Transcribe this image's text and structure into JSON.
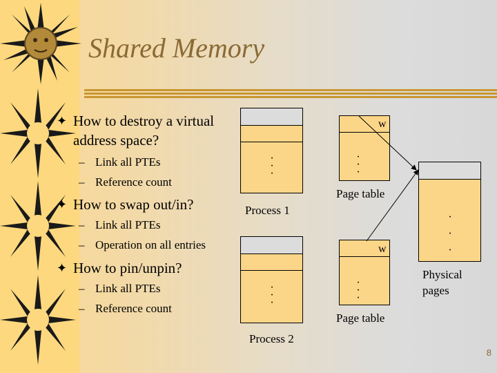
{
  "slide": {
    "title": "Shared Memory",
    "page_number": "8",
    "bullets": [
      {
        "text_lines": [
          "How to destroy a virtual",
          "address space?"
        ],
        "subs": [
          "Link all PTEs",
          "Reference count"
        ]
      },
      {
        "text_lines": [
          "How to swap out/in?"
        ],
        "subs": [
          "Link all PTEs",
          "Operation on all entries"
        ]
      },
      {
        "text_lines": [
          "How to pin/unpin?"
        ],
        "subs": [
          "Link all PTEs",
          "Reference count"
        ]
      }
    ],
    "bullet_marker": "✦",
    "sub_marker": "–"
  },
  "diagram": {
    "process1_label": "Process 1",
    "process2_label": "Process 2",
    "page_table_label": "Page table",
    "pte_flag": "w",
    "physical_label_lines": [
      "Physical",
      "pages"
    ],
    "ellipsis": "·\n·\n·"
  },
  "colors": {
    "box_fill": "#fcd688",
    "header_gray": "#dcdcdc",
    "title": "#8a6a35",
    "rule": "#c9962f"
  }
}
